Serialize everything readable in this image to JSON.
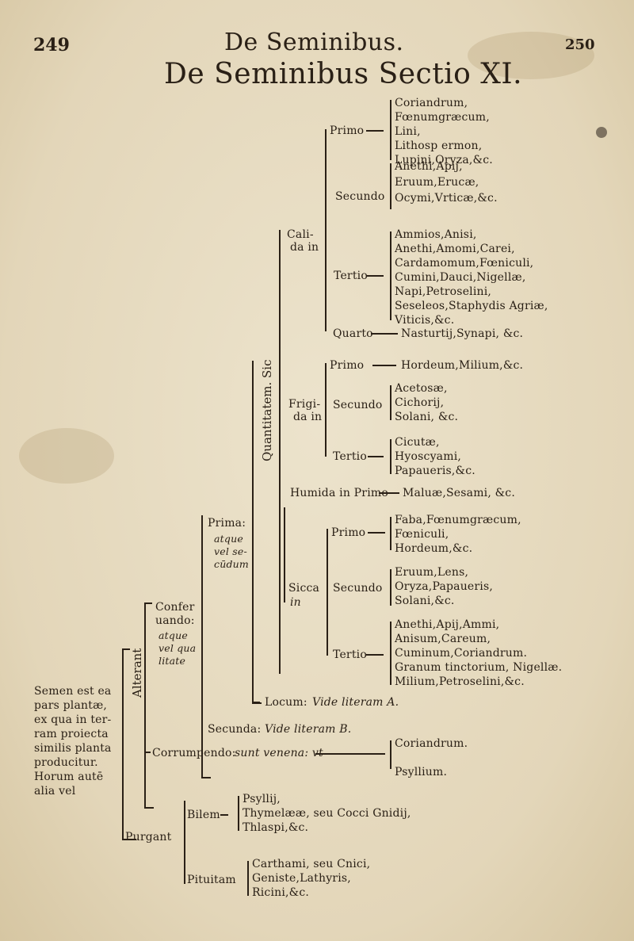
{
  "header": {
    "page_left": "249",
    "running_title": "De Seminibus.",
    "page_right": "250",
    "main_title": "De Seminibus Sectio XI."
  },
  "side_note": {
    "lines": [
      "Semen est ea",
      "pars plantæ,",
      "ex qua in ter-",
      "ram proiecta",
      "similis planta",
      "producitur.",
      "Horum autē",
      "alia vel"
    ]
  },
  "labels": {
    "alterant": "Alterant",
    "quantitatem_sic": "Quantitatem. Sic",
    "prima": "Prima:",
    "prima_sub": [
      "atque",
      "vel se-",
      "cūdum"
    ],
    "confer": [
      "Confer",
      "uando:"
    ],
    "confer_sub": [
      "atque",
      "vel qua",
      "litate"
    ],
    "calida": [
      "Cali-",
      "da in"
    ],
    "frigida": [
      "Frigi-",
      "da in"
    ],
    "humida": "Humida in Primo",
    "sicca": [
      "Sicca",
      "in"
    ],
    "purgant": "Purgant",
    "corrumpendo": "Corrumpendo:",
    "corrumpendo_note": "sunt venena: vt",
    "bilem": "Bilem",
    "pituitam": "Pituitam",
    "locum": "Locum:",
    "locum_note": "Vide literam A.",
    "secunda": "Secunda:",
    "secunda_note": "Vide literam B."
  },
  "calida": {
    "primo_label": "Primo",
    "primo_items": [
      "Coriandrum,",
      "Fœnumgræcum,",
      "Lini,",
      "Lithosp ermon,",
      "Lupini,Oryza,&c."
    ],
    "secundo_label": "Secundo",
    "secundo_items": [
      "Anethi,Apij,",
      "Eruum,Erucæ,",
      "Ocymi,Vrticæ,&c."
    ],
    "tertio_label": "Tertio",
    "tertio_items": [
      "Ammios,Anisi,",
      "Anethi,Amomi,Carei,",
      "Cardamomum,Fœniculi,",
      "Cumini,Dauci,Nigellæ,",
      "Napi,Petroselini,",
      "Seseleos,Staphydis Agriæ,",
      "Viticis,&c."
    ],
    "quarto_label": "Quarto",
    "quarto_items": "Nasturtij,Synapi, &c."
  },
  "frigida": {
    "primo_label": "Primo",
    "primo_items": "Hordeum,Milium,&c.",
    "secundo_label": "Secundo",
    "secundo_items": [
      "Acetosæ,",
      "Cichorij,",
      "Solani, &c."
    ],
    "tertio_label": "Tertio",
    "tertio_items": [
      "Cicutæ,",
      "Hyoscyami,",
      "Papaueris,&c."
    ]
  },
  "humida": {
    "items": "Maluæ,Sesami, &c."
  },
  "sicca": {
    "primo_label": "Primo",
    "primo_items": [
      "Faba,Fœnumgræcum,",
      "Fœniculi,",
      "Hordeum,&c."
    ],
    "secundo_label": "Secundo",
    "secundo_items": [
      "Eruum,Lens,",
      "Oryza,Papaueris,",
      "Solani,&c."
    ],
    "tertio_label": "Tertio",
    "tertio_items": [
      "Anethi,Apij,Ammi,",
      "Anisum,Careum,",
      "Cuminum,Coriandrum.",
      "Granum tinctorium, Nigellæ.",
      "Milium,Petroselini,&c."
    ]
  },
  "venena": [
    "Coriandrum.",
    "Psyllium."
  ],
  "bilem_items": [
    "Psyllij,",
    "Thymelææ, seu Cocci Gnidij,",
    "Thlaspi,&c."
  ],
  "pituitam_items": [
    "Carthami, seu Cnici,",
    "Geniste,Lathyris,",
    "Ricini,&c."
  ]
}
